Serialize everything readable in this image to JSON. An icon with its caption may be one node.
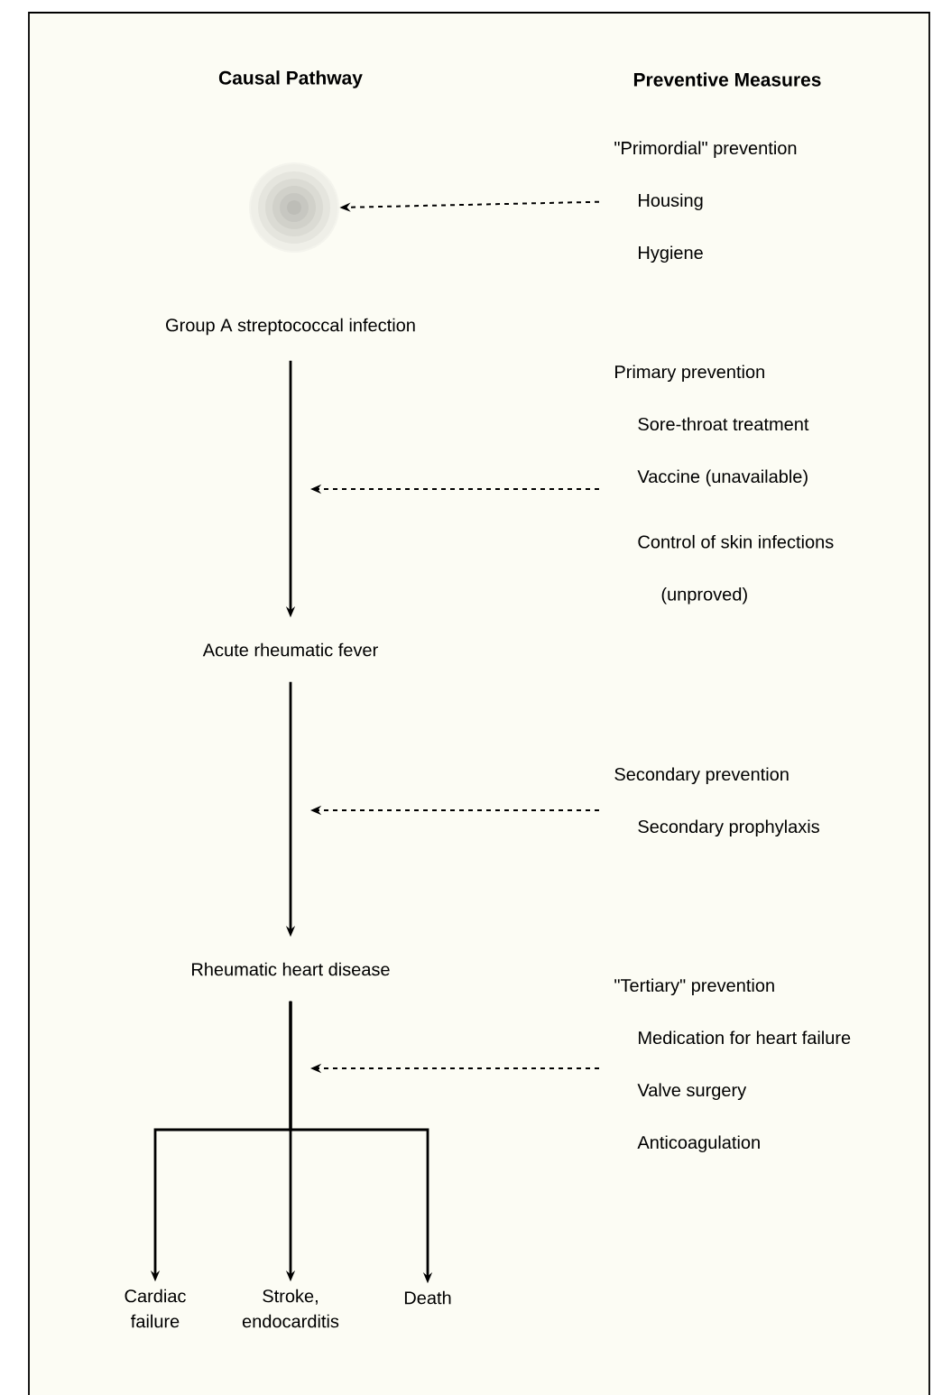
{
  "diagram": {
    "nodes": [
      {
        "text": [],
        "shape": "circle"
      },
      {
        "text": [
          "Group A streptococcal infection"
        ]
      },
      {
        "text": [
          "Acute rheumatic fever"
        ]
      },
      {
        "text": [
          "Rheumatic heart disease"
        ]
      },
      {
        "text": [
          "Cardiac failure"
        ]
      },
      {
        "text": [
          "Stroke, endocarditis"
        ]
      },
      {
        "text": [
          "Death"
        ]
      },
      {
        "text": [
          "\"Primordial\" prevention",
          "Housing",
          "Hygiene"
        ]
      },
      {
        "text": [
          "Primary prevention",
          "Sore-throat treatment",
          "Vaccine (unavailable)",
          "Control of skin infections (unproved)"
        ]
      },
      {
        "text": [
          "Secondary prevention",
          "Secondary prophylaxis"
        ]
      },
      {
        "text": [
          "\"Tertiary\" prevention",
          "Medication for heart failure",
          "Valve surgery",
          "Anticoagulation"
        ]
      }
    ],
    "edges": [
      {
        "from": 1,
        "to": 2,
        "arrow": "to"
      },
      {
        "from": 2,
        "to": 3,
        "arrow": "to"
      },
      {
        "from": 3,
        "to": 4,
        "arrow": "to"
      },
      {
        "from": 3,
        "to": 5,
        "arrow": "to"
      },
      {
        "from": 3,
        "to": 6,
        "arrow": "to"
      },
      {
        "from": 7,
        "to": 0,
        "arrow": "to",
        "style": "dashed"
      },
      {
        "from": 8,
        "to": null,
        "arrow": "to",
        "style": "dashed"
      },
      {
        "from": 9,
        "to": null,
        "arrow": "to",
        "style": "dashed"
      },
      {
        "from": 10,
        "to": null,
        "arrow": "to",
        "style": "dashed"
      }
    ],
    "labels": [
      "Causal Pathway",
      "Preventive Measures"
    ]
  }
}
